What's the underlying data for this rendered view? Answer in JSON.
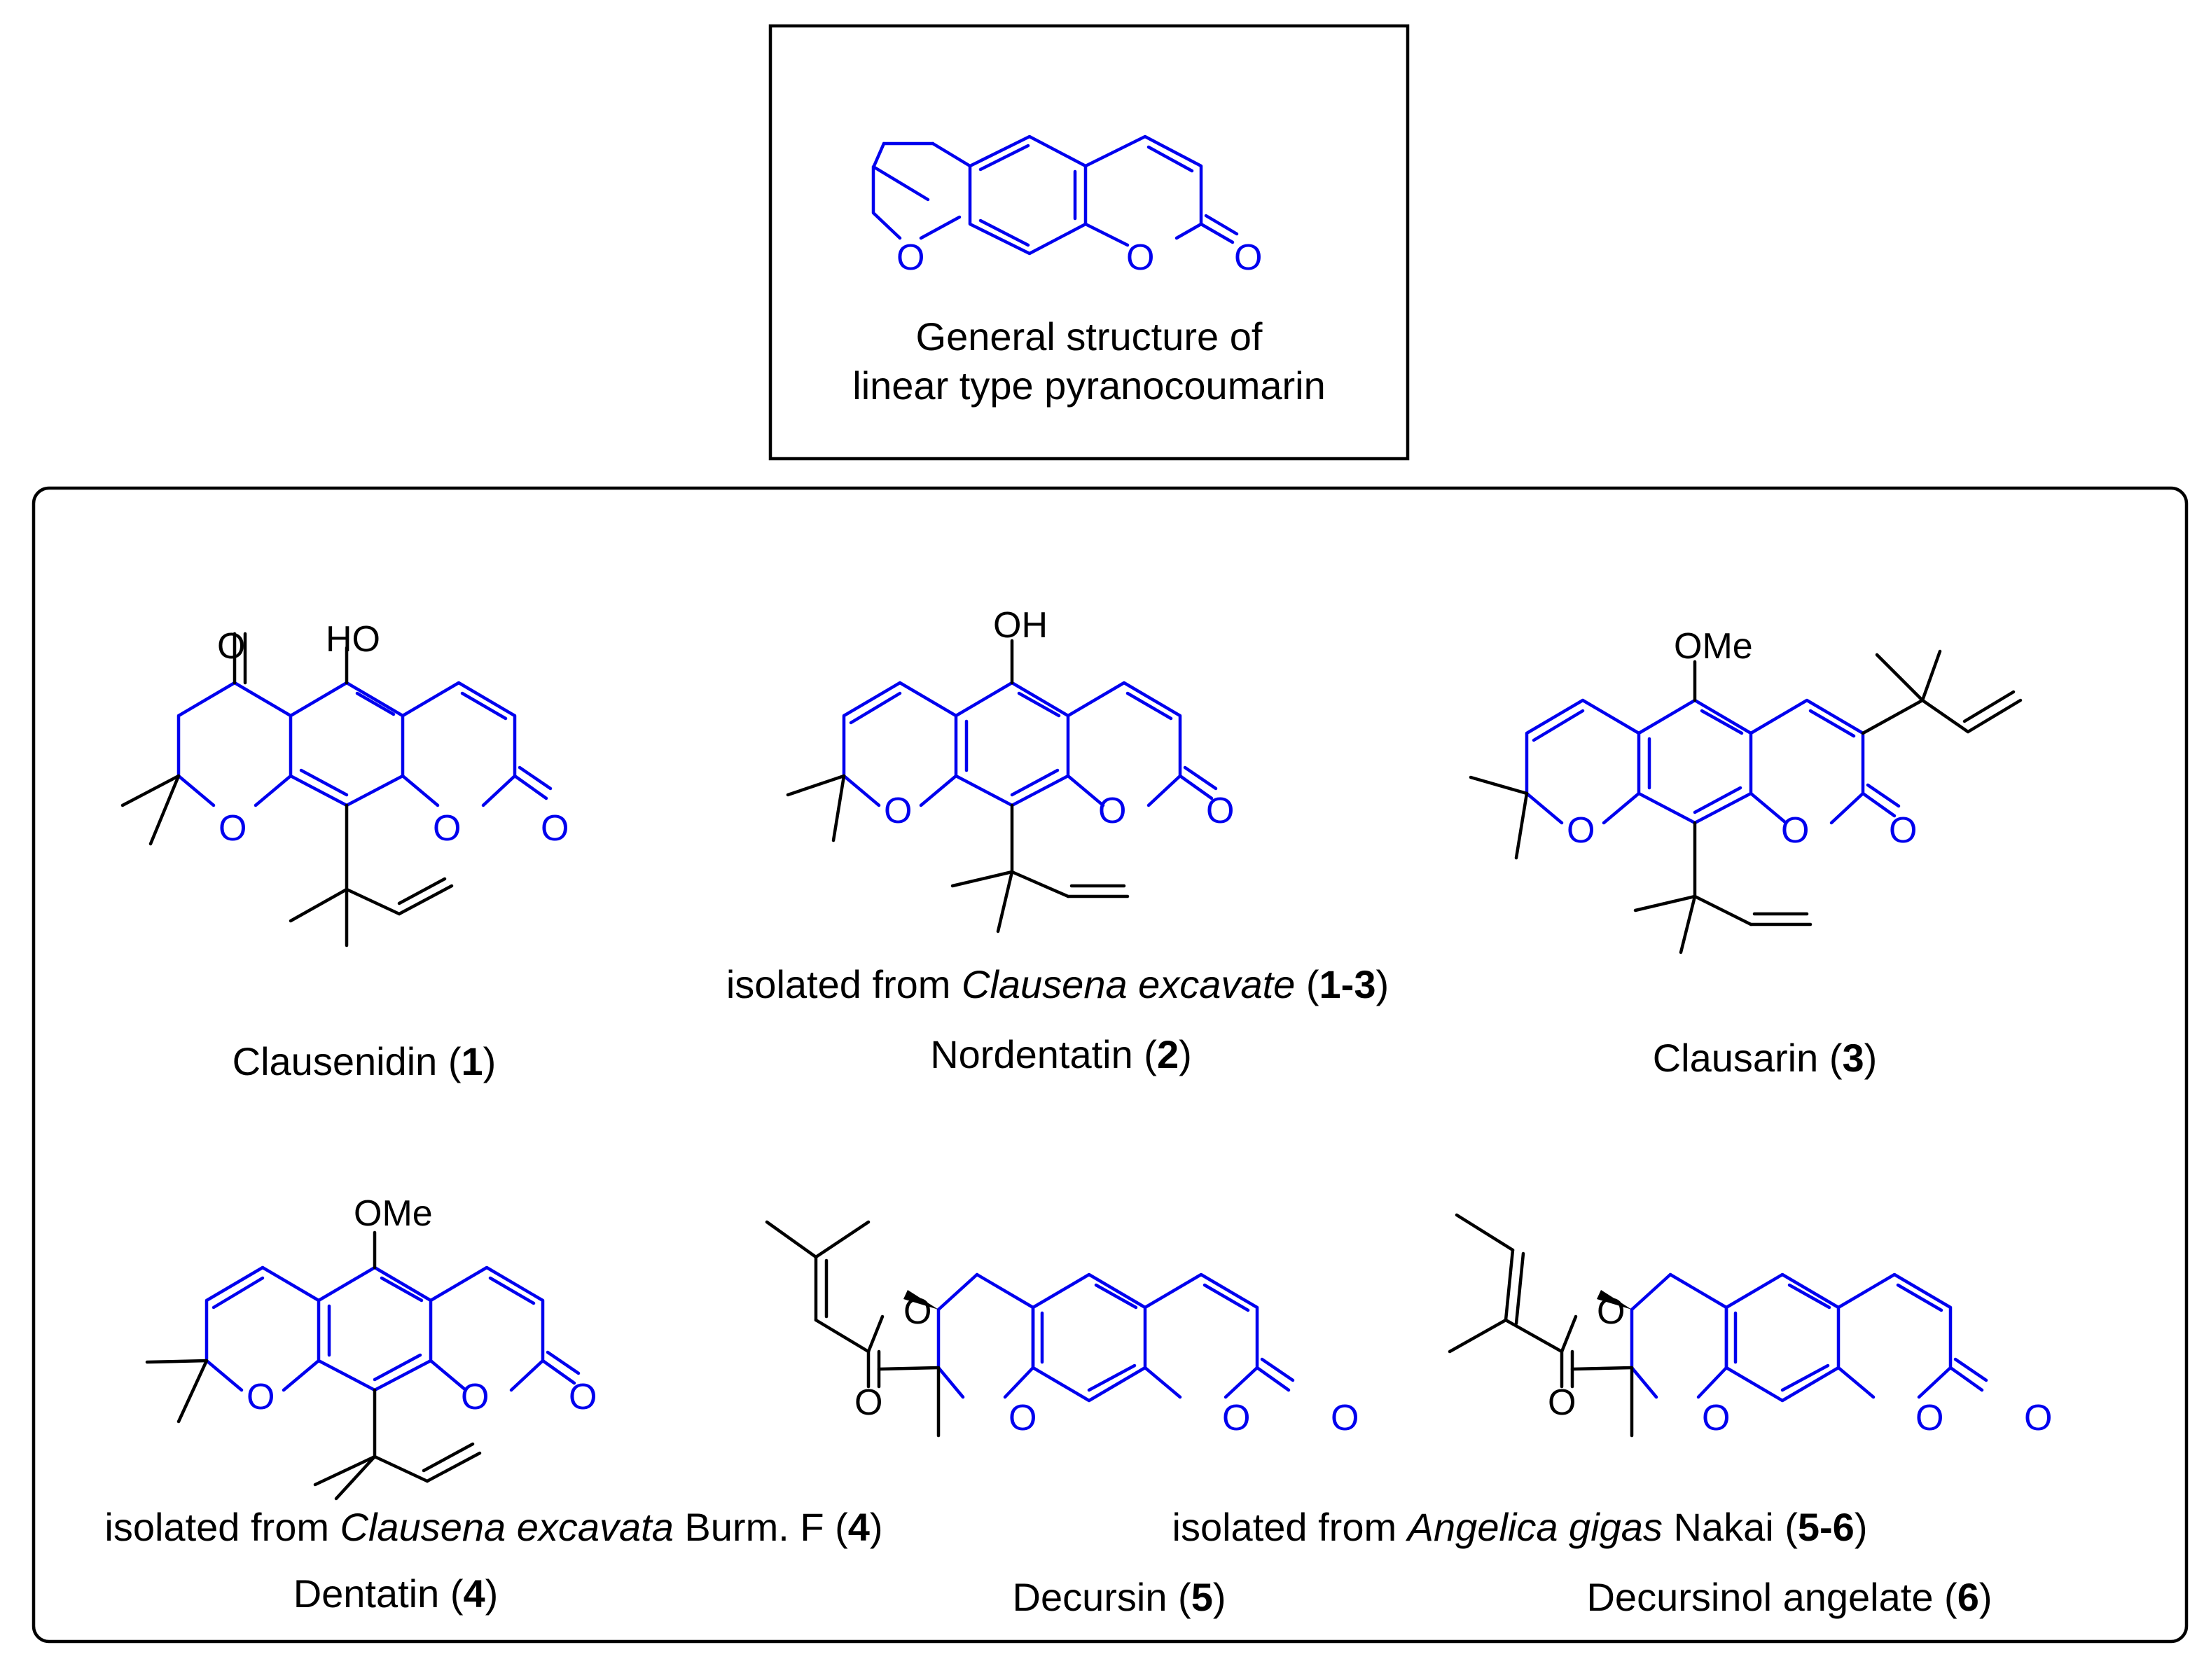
{
  "general": {
    "caption_line1": "General structure of",
    "caption_line2": "linear type pyranocoumarin"
  },
  "atoms": {
    "oxygen": "O",
    "hydroxy_left": "HO",
    "hydroxy_right": "OH",
    "methoxy": "OMe"
  },
  "compounds": [
    {
      "id": "clausenidin",
      "name": "Clausenidin",
      "number": "1"
    },
    {
      "id": "nordentatin",
      "name": "Nordentatin",
      "number": "2"
    },
    {
      "id": "clausarin",
      "name": "Clausarin",
      "number": "3"
    },
    {
      "id": "dentatin",
      "name": "Dentatin",
      "number": "4"
    },
    {
      "id": "decursin",
      "name": "Decursin",
      "number": "5"
    },
    {
      "id": "decursinol-angelate",
      "name": "Decursinol angelate",
      "number": "6"
    }
  ],
  "sources": [
    {
      "prefix": "isolated from ",
      "species": "Clausena excavate",
      "suffix": "",
      "ref": "1-3"
    },
    {
      "prefix": "isolated from ",
      "species": "Clausena excavata",
      "suffix": " Burm. F",
      "ref": "4"
    },
    {
      "prefix": "isolated from ",
      "species": "Angelica gigas",
      "suffix": " Nakai",
      "ref": "5-6"
    }
  ],
  "colors": {
    "scaffold": "#0000ee",
    "substituent": "#000000"
  }
}
